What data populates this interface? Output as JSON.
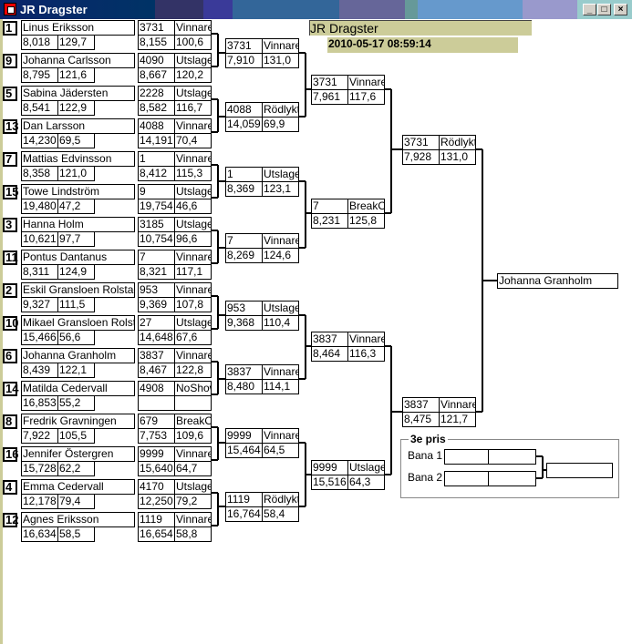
{
  "window": {
    "title": "JR Dragster"
  },
  "header": {
    "title": "JR Dragster",
    "timestamp": "2010-05-17 08:59:14"
  },
  "entrants": [
    {
      "seed": "1",
      "name": "Linus Eriksson",
      "rt": "8,018",
      "speed": "129,7",
      "r1": {
        "id": "3731",
        "status": "Vinnare",
        "et": "8,155",
        "speed": "100,6"
      }
    },
    {
      "seed": "9",
      "name": "Johanna Carlsson",
      "rt": "8,795",
      "speed": "121,6",
      "r1": {
        "id": "4090",
        "status": "Utslagen",
        "et": "8,667",
        "speed": "120,2"
      }
    },
    {
      "seed": "5",
      "name": "Sabina Jädersten",
      "rt": "8,541",
      "speed": "122,9",
      "r1": {
        "id": "2228",
        "status": "Utslagen",
        "et": "8,582",
        "speed": "116,7"
      }
    },
    {
      "seed": "13",
      "name": "Dan Larsson",
      "rt": "14,230",
      "speed": "69,5",
      "r1": {
        "id": "4088",
        "status": "Vinnare",
        "et": "14,191",
        "speed": "70,4"
      }
    },
    {
      "seed": "7",
      "name": "Mattias Edvinsson",
      "rt": "8,358",
      "speed": "121,0",
      "r1": {
        "id": "1",
        "status": "Vinnare",
        "et": "8,412",
        "speed": "115,3"
      }
    },
    {
      "seed": "15",
      "name": "Towe Lindström",
      "rt": "19,480",
      "speed": "47,2",
      "r1": {
        "id": "9",
        "status": "Utslagen",
        "et": "19,754",
        "speed": "46,6"
      }
    },
    {
      "seed": "3",
      "name": "Hanna Holm",
      "rt": "10,621",
      "speed": "97,7",
      "r1": {
        "id": "3185",
        "status": "Utslagen",
        "et": "10,754",
        "speed": "96,6"
      }
    },
    {
      "seed": "11",
      "name": "Pontus Dantanus",
      "rt": "8,311",
      "speed": "124,9",
      "r1": {
        "id": "7",
        "status": "Vinnare",
        "et": "8,321",
        "speed": "117,1"
      }
    },
    {
      "seed": "2",
      "name": "Eskil Gransloen Rolstad",
      "rt": "9,327",
      "speed": "111,5",
      "r1": {
        "id": "953",
        "status": "Vinnare",
        "et": "9,369",
        "speed": "107,8"
      }
    },
    {
      "seed": "10",
      "name": "Mikael Gransloen Rolstad",
      "rt": "15,466",
      "speed": "56,6",
      "r1": {
        "id": "27",
        "status": "Utslagen",
        "et": "14,648",
        "speed": "67,6"
      }
    },
    {
      "seed": "6",
      "name": "Johanna Granholm",
      "rt": "8,439",
      "speed": "122,1",
      "r1": {
        "id": "3837",
        "status": "Vinnare",
        "et": "8,467",
        "speed": "122,8"
      }
    },
    {
      "seed": "14",
      "name": "Matilda Cedervall",
      "rt": "16,853",
      "speed": "55,2",
      "r1": {
        "id": "4908",
        "status": "NoShow",
        "et": "",
        "speed": ""
      }
    },
    {
      "seed": "8",
      "name": "Fredrik Gravningen",
      "rt": "7,922",
      "speed": "105,5",
      "r1": {
        "id": "679",
        "status": "BreakOut",
        "et": "7,753",
        "speed": "109,6"
      }
    },
    {
      "seed": "16",
      "name": "Jennifer Östergren",
      "rt": "15,728",
      "speed": "62,2",
      "r1": {
        "id": "9999",
        "status": "Vinnare",
        "et": "15,640",
        "speed": "64,7"
      }
    },
    {
      "seed": "4",
      "name": "Emma Cedervall",
      "rt": "12,178",
      "speed": "79,4",
      "r1": {
        "id": "4170",
        "status": "Utslagen",
        "et": "12,250",
        "speed": "79,2"
      }
    },
    {
      "seed": "12",
      "name": "Agnes Eriksson",
      "rt": "16,634",
      "speed": "58,5",
      "r1": {
        "id": "1119",
        "status": "Vinnare",
        "et": "16,654",
        "speed": "58,8"
      }
    }
  ],
  "quarter": [
    {
      "id": "3731",
      "status": "Vinnare",
      "et": "7,910",
      "speed": "131,0"
    },
    {
      "id": "4088",
      "status": "Rödlykta",
      "et": "14,059",
      "speed": "69,9"
    },
    {
      "id": "1",
      "status": "Utslagen",
      "et": "8,369",
      "speed": "123,1"
    },
    {
      "id": "7",
      "status": "Vinnare",
      "et": "8,269",
      "speed": "124,6"
    },
    {
      "id": "953",
      "status": "Utslagen",
      "et": "9,368",
      "speed": "110,4"
    },
    {
      "id": "3837",
      "status": "Vinnare",
      "et": "8,480",
      "speed": "114,1"
    },
    {
      "id": "9999",
      "status": "Vinnare",
      "et": "15,464",
      "speed": "64,5"
    },
    {
      "id": "1119",
      "status": "Rödlykta",
      "et": "16,764",
      "speed": "58,4"
    }
  ],
  "semi": [
    {
      "id": "3731",
      "status": "Vinnare",
      "et": "7,961",
      "speed": "117,6"
    },
    {
      "id": "7",
      "status": "BreakOut",
      "et": "8,231",
      "speed": "125,8"
    },
    {
      "id": "3837",
      "status": "Vinnare",
      "et": "8,464",
      "speed": "116,3"
    },
    {
      "id": "9999",
      "status": "Utslagen",
      "et": "15,516",
      "speed": "64,3"
    }
  ],
  "final": [
    {
      "id": "3731",
      "status": "Rödlykta",
      "et": "7,928",
      "speed": "131,0"
    },
    {
      "id": "3837",
      "status": "Vinnare",
      "et": "8,475",
      "speed": "121,7"
    }
  ],
  "champion": "Johanna Granholm",
  "third_place": {
    "title": "3e pris",
    "lane1_label": "Bana 1",
    "lane2_label": "Bana 2",
    "lane1": [
      "",
      ""
    ],
    "lane2": [
      "",
      ""
    ],
    "winner": ""
  }
}
